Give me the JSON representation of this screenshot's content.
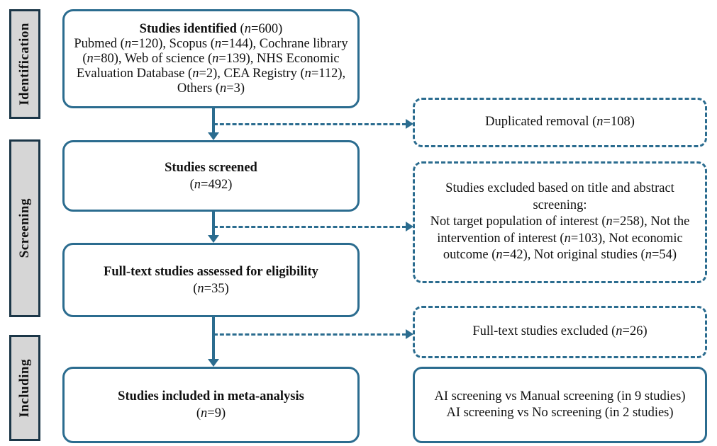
{
  "diagram": {
    "title_semantic": "Study selection flow diagram",
    "colors": {
      "accent": "#2B6C8F",
      "label_border": "#1B3647",
      "label_fill": "#D6D6D6",
      "ink": "#111111"
    },
    "stage_labels": [
      {
        "label": "Identification"
      },
      {
        "label": "Screening"
      },
      {
        "label": "Including"
      }
    ],
    "main_boxes": [
      {
        "title": "Studies identified",
        "title_suffix": " (n=600)",
        "body": "Pubmed (n=120), Scopus (n=144), Cochrane library (n=80), Web of science (n=139), NHS Economic Evaluation Database (n=2), CEA Registry (n=112), Others (n=3)"
      },
      {
        "title": "Studies screened",
        "count": "(n=492)"
      },
      {
        "title": "Full-text studies assessed for eligibility",
        "count": "(n=35)"
      },
      {
        "title": "Studies included in meta-analysis",
        "count": "(n=9)"
      }
    ],
    "side_boxes": [
      {
        "style": "dashed",
        "lines": [
          "Duplicated removal (n=108)"
        ]
      },
      {
        "style": "dashed",
        "lines": [
          "Studies excluded based on title and abstract screening:",
          "Not target population of interest (n=258), Not the intervention of interest (n=103), Not economic outcome (n=42), Not original studies (n=54)"
        ]
      },
      {
        "style": "dashed",
        "lines": [
          "Full-text studies excluded (n=26)"
        ]
      },
      {
        "style": "solid",
        "lines": [
          "AI screening vs Manual screening (in 9 studies)",
          "AI screening vs No screening (in 2 studies)"
        ]
      }
    ]
  }
}
